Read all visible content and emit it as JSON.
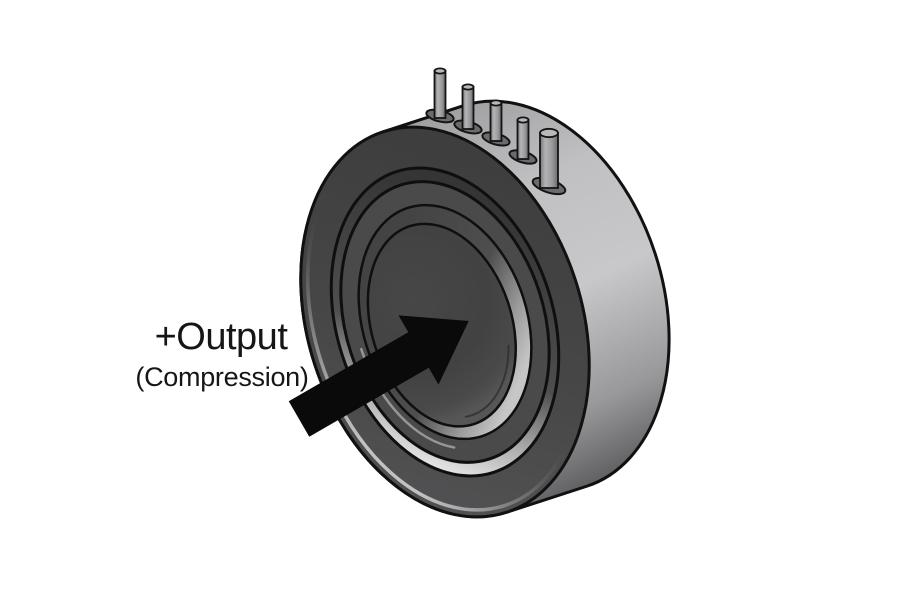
{
  "figure": {
    "background_color": "#ffffff",
    "subject": "button-style compression load cell, 3D CAD illustration",
    "pin_count": 5
  },
  "annotation": {
    "output_label": "+Output",
    "compression_label": "(Compression)",
    "text_color": "#161616",
    "arrow_color": "#0a0a0a"
  },
  "device": {
    "colors": {
      "outline": "#111111",
      "rim_light": "#c8c8ca",
      "rim_dark": "#5c5c5e",
      "face_gray": "#474747",
      "dome_gray": "#434343",
      "groove_highlight": "#efefef",
      "pin_gray": "#9c9c9e"
    }
  }
}
